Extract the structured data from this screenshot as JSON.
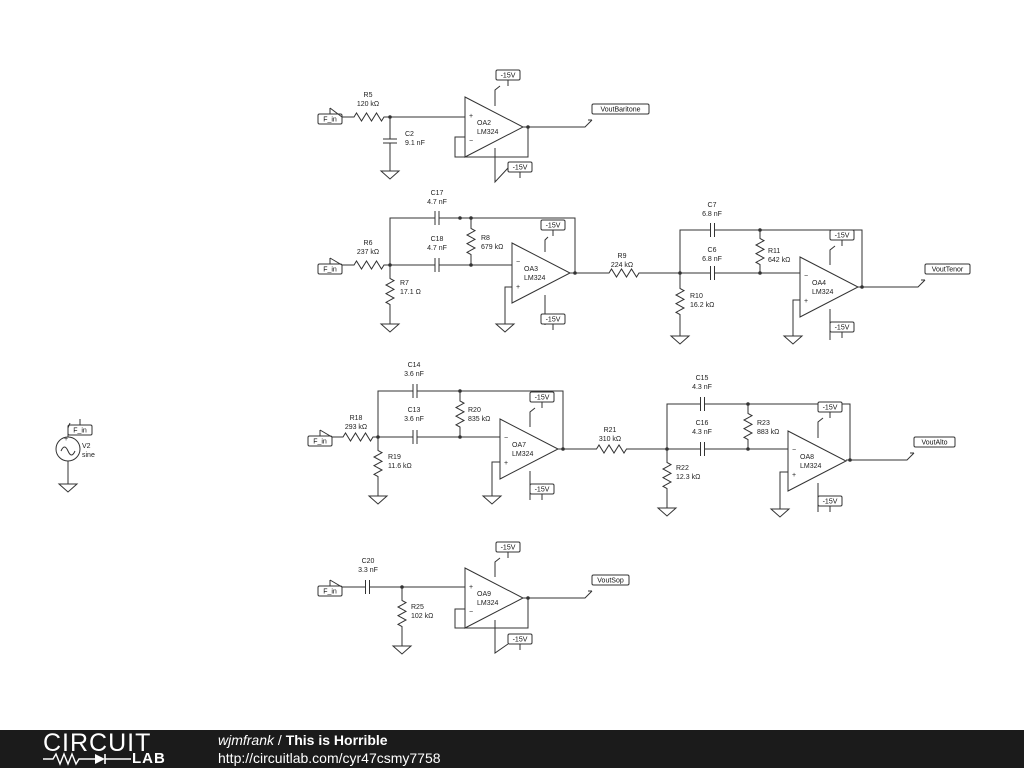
{
  "schematic": {
    "source_tag": "F_in",
    "rail_tag": "-15V",
    "source": {
      "ref": "V2",
      "type": "sine"
    },
    "opamp_part": "LM324",
    "components": {
      "R5": {
        "ref": "R5",
        "value": "120 kΩ"
      },
      "C2": {
        "ref": "C2",
        "value": "9.1 nF"
      },
      "C17": {
        "ref": "C17",
        "value": "4.7 nF"
      },
      "C18": {
        "ref": "C18",
        "value": "4.7 nF"
      },
      "R8": {
        "ref": "R8",
        "value": "679 kΩ"
      },
      "R6": {
        "ref": "R6",
        "value": "237 kΩ"
      },
      "R7": {
        "ref": "R7",
        "value": "17.1 Ω"
      },
      "R9": {
        "ref": "R9",
        "value": "224 kΩ"
      },
      "C7": {
        "ref": "C7",
        "value": "6.8 nF"
      },
      "C6": {
        "ref": "C6",
        "value": "6.8 nF"
      },
      "R11": {
        "ref": "R11",
        "value": "642 kΩ"
      },
      "R10": {
        "ref": "R10",
        "value": "16.2 kΩ"
      },
      "C14": {
        "ref": "C14",
        "value": "3.6 nF"
      },
      "C13": {
        "ref": "C13",
        "value": "3.6 nF"
      },
      "R20": {
        "ref": "R20",
        "value": "835 kΩ"
      },
      "R18": {
        "ref": "R18",
        "value": "293 kΩ"
      },
      "R19": {
        "ref": "R19",
        "value": "11.6 kΩ"
      },
      "R21": {
        "ref": "R21",
        "value": "310 kΩ"
      },
      "C15": {
        "ref": "C15",
        "value": "4.3 nF"
      },
      "C16": {
        "ref": "C16",
        "value": "4.3 nF"
      },
      "R23": {
        "ref": "R23",
        "value": "883 kΩ"
      },
      "R22": {
        "ref": "R22",
        "value": "12.3 kΩ"
      },
      "C20": {
        "ref": "C20",
        "value": "3.3 nF"
      },
      "R25": {
        "ref": "R25",
        "value": "102 kΩ"
      }
    },
    "opamps": {
      "OA2": "OA2",
      "OA3": "OA3",
      "OA4": "OA4",
      "OA7": "OA7",
      "OA8": "OA8",
      "OA9": "OA9"
    },
    "outputs": {
      "baritone": "VoutBaritone",
      "tenor": "VoutTenor",
      "alto": "VoutAlto",
      "sop": "VoutSop"
    }
  },
  "footer": {
    "logo_top": "CIRCUIT",
    "logo_bottom": "LAB",
    "author": "wjmfrank",
    "separator": " / ",
    "title": "This is Horrible",
    "url": "http://circuitlab.com/cyr47csmy7758"
  }
}
